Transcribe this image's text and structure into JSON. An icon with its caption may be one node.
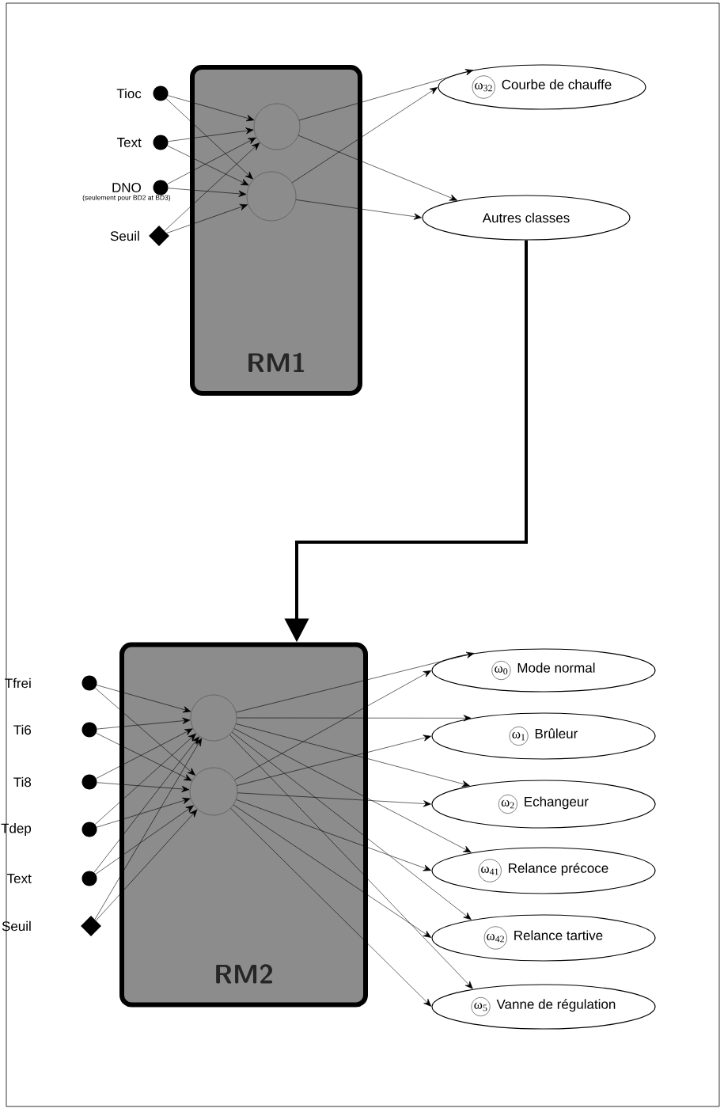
{
  "diagram": {
    "nodes": [
      {
        "text": [
          "RM1"
        ]
      },
      {
        "text": [],
        "shape": "circle",
        "in": 0
      },
      {
        "text": [],
        "shape": "circle",
        "in": 0
      },
      {
        "text": [],
        "shape": "circle",
        "beside": [
          "Tioc"
        ]
      },
      {
        "text": [],
        "shape": "circle",
        "beside": [
          "Text"
        ]
      },
      {
        "text": [],
        "shape": "circle",
        "beside": [
          "DNO",
          "(seulement pour BD2 at BD3)"
        ]
      },
      {
        "text": [],
        "shape": "diamond",
        "beside": [
          "Seuil"
        ]
      },
      {
        "text": [
          "ω$_{32}$",
          "Courbe de chauffe"
        ]
      },
      {
        "text": [
          "Autres classes"
        ]
      },
      {
        "text": [
          "RM2"
        ]
      },
      {
        "text": [],
        "shape": "circle",
        "in": 9
      },
      {
        "text": [],
        "shape": "circle",
        "in": 9
      },
      {
        "text": [],
        "shape": "circle",
        "beside": [
          "Tfrei"
        ]
      },
      {
        "text": [],
        "shape": "circle",
        "beside": [
          "Ti6"
        ]
      },
      {
        "text": [],
        "shape": "circle",
        "beside": [
          "Ti8"
        ]
      },
      {
        "text": [],
        "shape": "circle",
        "beside": [
          "Tdep"
        ]
      },
      {
        "text": [],
        "shape": "circle",
        "beside": [
          "Text"
        ]
      },
      {
        "text": [],
        "shape": "diamond",
        "beside": [
          "Seuil"
        ]
      },
      {
        "text": [
          "ω$_{0}$",
          "Mode normal"
        ]
      },
      {
        "text": [
          "ω$_{1}$",
          "Brûleur"
        ]
      },
      {
        "text": [
          "ω$_{2}$",
          "Echangeur"
        ]
      },
      {
        "text": [
          "ω$_{41}$",
          "Relance précoce"
        ]
      },
      {
        "text": [
          "ω$_{42}$",
          "Relance tartive"
        ]
      },
      {
        "text": [
          "ω$_{5}$",
          "Vanne de régulation"
        ]
      }
    ],
    "edges": [
      {
        "from": 3,
        "to": 1,
        "arrow": "to"
      },
      {
        "from": 3,
        "to": 2,
        "arrow": "to"
      },
      {
        "from": 4,
        "to": 1,
        "arrow": "to"
      },
      {
        "from": 4,
        "to": 2,
        "arrow": "to"
      },
      {
        "from": 5,
        "to": 1,
        "arrow": "to"
      },
      {
        "from": 5,
        "to": 2,
        "arrow": "to"
      },
      {
        "from": 6,
        "to": 1,
        "arrow": "to"
      },
      {
        "from": 6,
        "to": 2,
        "arrow": "to"
      },
      {
        "from": 1,
        "to": 7,
        "arrow": "to"
      },
      {
        "from": 1,
        "to": 8,
        "arrow": "to"
      },
      {
        "from": 2,
        "to": 7,
        "arrow": "to"
      },
      {
        "from": 2,
        "to": 8,
        "arrow": "to"
      },
      {
        "from": 8,
        "to": 9,
        "arrow": "to",
        "style": "thick"
      },
      {
        "from": 12,
        "to": 10,
        "arrow": "to"
      },
      {
        "from": 12,
        "to": 11,
        "arrow": "to"
      },
      {
        "from": 13,
        "to": 10,
        "arrow": "to"
      },
      {
        "from": 13,
        "to": 11,
        "arrow": "to"
      },
      {
        "from": 14,
        "to": 10,
        "arrow": "to"
      },
      {
        "from": 14,
        "to": 11,
        "arrow": "to"
      },
      {
        "from": 15,
        "to": 10,
        "arrow": "to"
      },
      {
        "from": 15,
        "to": 11,
        "arrow": "to"
      },
      {
        "from": 16,
        "to": 10,
        "arrow": "to"
      },
      {
        "from": 16,
        "to": 11,
        "arrow": "to"
      },
      {
        "from": 17,
        "to": 10,
        "arrow": "to"
      },
      {
        "from": 17,
        "to": 11,
        "arrow": "to"
      },
      {
        "from": 10,
        "to": 18,
        "arrow": "to"
      },
      {
        "from": 10,
        "to": 19,
        "arrow": "to"
      },
      {
        "from": 10,
        "to": 20,
        "arrow": "to"
      },
      {
        "from": 10,
        "to": 21,
        "arrow": "to"
      },
      {
        "from": 10,
        "to": 22,
        "arrow": "to"
      },
      {
        "from": 10,
        "to": 23,
        "arrow": "to"
      },
      {
        "from": 11,
        "to": 18,
        "arrow": "to"
      },
      {
        "from": 11,
        "to": 19,
        "arrow": "to"
      },
      {
        "from": 11,
        "to": 20,
        "arrow": "to"
      },
      {
        "from": 11,
        "to": 21,
        "arrow": "to"
      },
      {
        "from": 11,
        "to": 22,
        "arrow": "to"
      },
      {
        "from": 11,
        "to": 23,
        "arrow": "to"
      }
    ]
  }
}
